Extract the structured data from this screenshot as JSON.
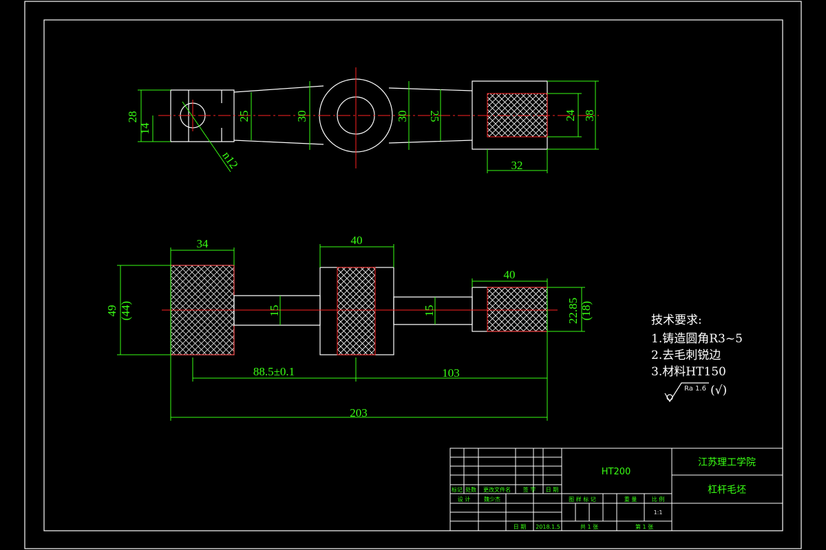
{
  "top_view": {
    "dims": {
      "d28": "28",
      "d14": "14",
      "d25a": "25",
      "d30a": "30",
      "d30b": "30",
      "d25b": "25",
      "d24": "24",
      "d38": "38",
      "d32": "32",
      "hole": "n12"
    }
  },
  "front_view": {
    "dims": {
      "w34": "34",
      "w40a": "40",
      "w40b": "40",
      "h49": "49",
      "h44": "(44)",
      "t15a": "15",
      "t15b": "15",
      "h2285": "22.85",
      "h18": "(18)",
      "l885": "88.5±0.1",
      "l103": "103",
      "l203": "203"
    }
  },
  "requirements": {
    "title": "技术要求:",
    "items": [
      "1.铸造圆角R3~5",
      "2.去毛刺锐边",
      "3.材料HT150"
    ],
    "roughness": "Ra 1.6",
    "roughness_paren": "(√)"
  },
  "title_block": {
    "material": "HT200",
    "school": "江苏理工学院",
    "part_name": "杠杆毛坯",
    "row_labels": [
      "标记",
      "处数",
      "更改文件名",
      "签 字",
      "日 期"
    ],
    "design_label": "设 计",
    "designer": "魏少杰",
    "stage_labels": [
      "图 样 标 记",
      "重 量",
      "比 例"
    ],
    "scale": "1:1",
    "date_label": "日 期",
    "date": "2018.1.5",
    "sheets_total": "共  1  张",
    "sheet_no": "第  1  张"
  }
}
